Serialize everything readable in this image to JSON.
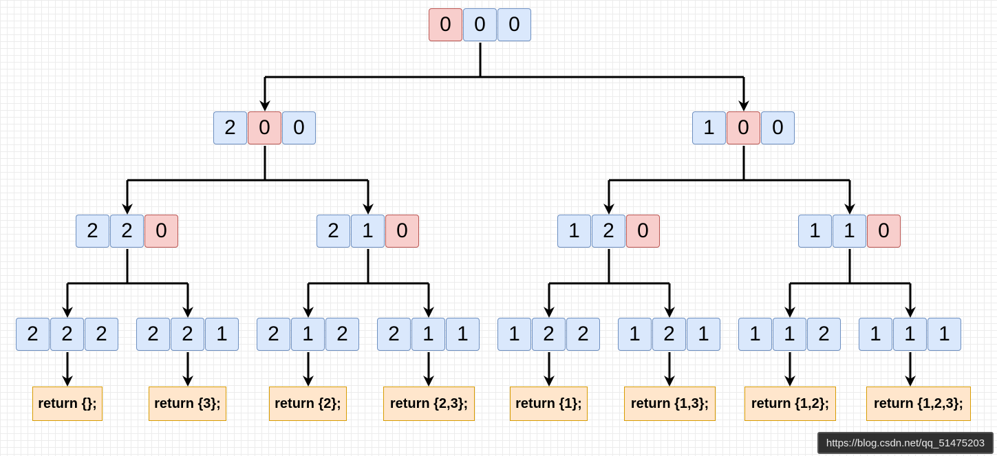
{
  "nodes": [
    {
      "id": "n0",
      "cells": [
        "0",
        "0",
        "0"
      ],
      "active": 0
    },
    {
      "id": "n1",
      "cells": [
        "2",
        "0",
        "0"
      ],
      "active": 1
    },
    {
      "id": "n2",
      "cells": [
        "1",
        "0",
        "0"
      ],
      "active": 1
    },
    {
      "id": "n3",
      "cells": [
        "2",
        "2",
        "0"
      ],
      "active": 2
    },
    {
      "id": "n4",
      "cells": [
        "2",
        "1",
        "0"
      ],
      "active": 2
    },
    {
      "id": "n5",
      "cells": [
        "1",
        "2",
        "0"
      ],
      "active": 2
    },
    {
      "id": "n6",
      "cells": [
        "1",
        "1",
        "0"
      ],
      "active": 2
    },
    {
      "id": "n7",
      "cells": [
        "2",
        "2",
        "2"
      ],
      "active": -1
    },
    {
      "id": "n8",
      "cells": [
        "2",
        "2",
        "1"
      ],
      "active": -1
    },
    {
      "id": "n9",
      "cells": [
        "2",
        "1",
        "2"
      ],
      "active": -1
    },
    {
      "id": "n10",
      "cells": [
        "2",
        "1",
        "1"
      ],
      "active": -1
    },
    {
      "id": "n11",
      "cells": [
        "1",
        "2",
        "2"
      ],
      "active": -1
    },
    {
      "id": "n12",
      "cells": [
        "1",
        "2",
        "1"
      ],
      "active": -1
    },
    {
      "id": "n13",
      "cells": [
        "1",
        "1",
        "2"
      ],
      "active": -1
    },
    {
      "id": "n14",
      "cells": [
        "1",
        "1",
        "1"
      ],
      "active": -1
    }
  ],
  "returns": [
    "return {};",
    "return {3};",
    "return {2};",
    "return {2,3};",
    "return {1};",
    "return {1,3};",
    "return {1,2};",
    "return {1,2,3};"
  ],
  "colors": {
    "default_fill": "#dae8fc",
    "default_border": "#6c8ebf",
    "active_fill": "#f8cecc",
    "active_border": "#b85450",
    "return_fill": "#ffe6cc",
    "return_border": "#d79b00"
  },
  "watermark": "https://blog.csdn.net/qq_51475203"
}
